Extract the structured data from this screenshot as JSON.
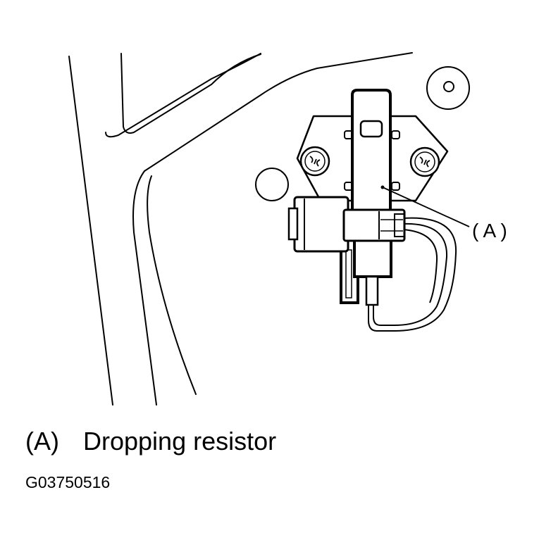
{
  "callout": {
    "label": "( A )"
  },
  "legend": {
    "key": "(A)",
    "text": "Dropping resistor"
  },
  "figure_code": "G03750516"
}
